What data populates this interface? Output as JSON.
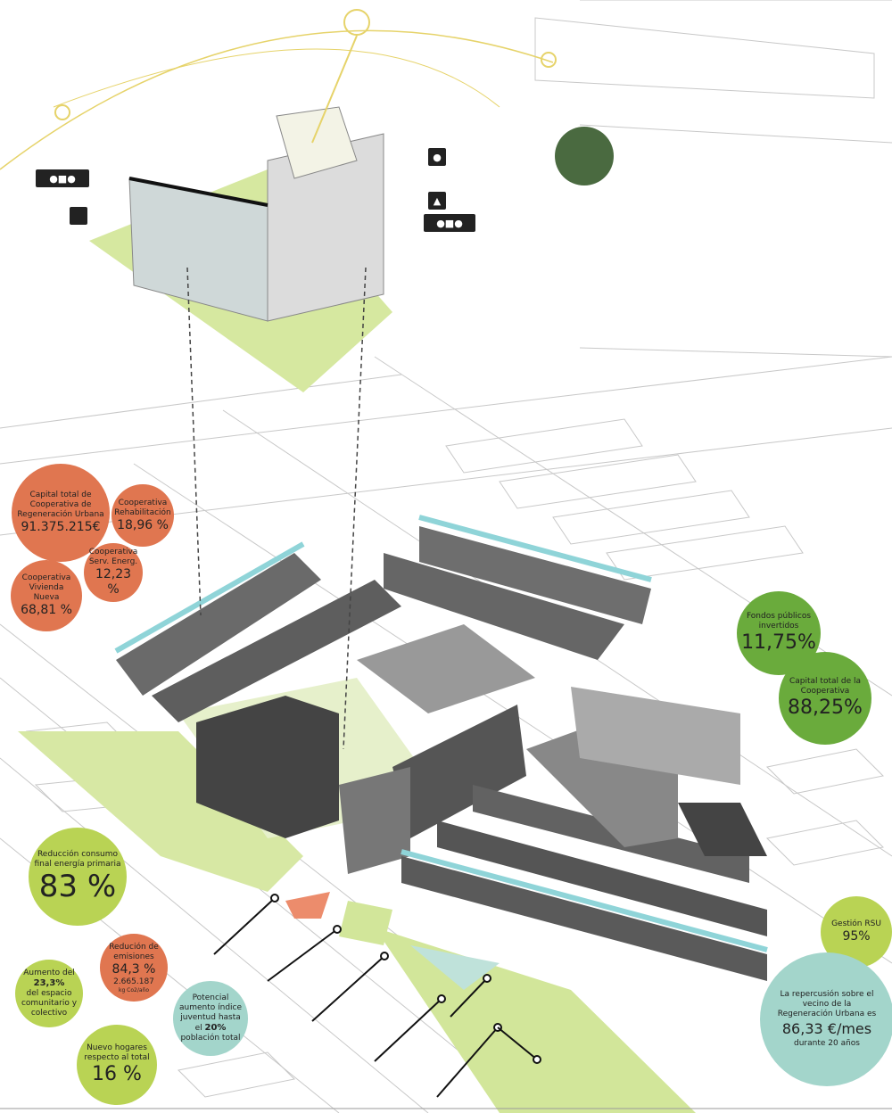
{
  "stats": {
    "capital_total": {
      "label": "Capital total de Cooperativa de Regeneración Urbana",
      "value": "91.375.215€"
    },
    "rehabilitacion": {
      "label": "Cooperativa Rehabilitación",
      "value": "18,96 %"
    },
    "serv_energ": {
      "label": "Cooperativa Serv. Energ.",
      "value": "12,23 %"
    },
    "vivienda_nueva": {
      "label": "Cooperativa Vivienda Nueva",
      "value": "68,81 %"
    },
    "fondos_publicos": {
      "label": "Fondos públicos invertidos",
      "value": "11,75%"
    },
    "capital_cooperativa": {
      "label": "Capital total de la Cooperativa",
      "value": "88,25%"
    },
    "reduccion_consumo": {
      "label": "Reducción consumo final energía primaria",
      "value": "83 %"
    },
    "reduccion_emisiones": {
      "label": "Redución de emisiones",
      "value": "84,3 %",
      "sub": "2.665.187",
      "unit": "kg Co2/año"
    },
    "aumento_espacio": {
      "pre": "Aumento del",
      "value": "23,3%",
      "post": "del espacio comunitario y colectivo"
    },
    "juventud": {
      "label": "Potencial aumento índice juventud hasta",
      "pre": "el",
      "value": "20%",
      "post": "población total"
    },
    "nuevos_hogares": {
      "label": "Nuevo hogares respecto al total",
      "value": "16 %"
    },
    "gestion_rsu": {
      "label": "Gestión RSU",
      "value": "95%"
    },
    "repercusion": {
      "label": "La repercusión sobre el vecino de la Regeneración Urbana es",
      "value": "86,33 €/mes",
      "sub": "durante 20 años"
    }
  },
  "colors": {
    "orange": "#e07650",
    "lime": "#b9d354",
    "green": "#6aab3c",
    "teal": "#a3d5cb"
  }
}
